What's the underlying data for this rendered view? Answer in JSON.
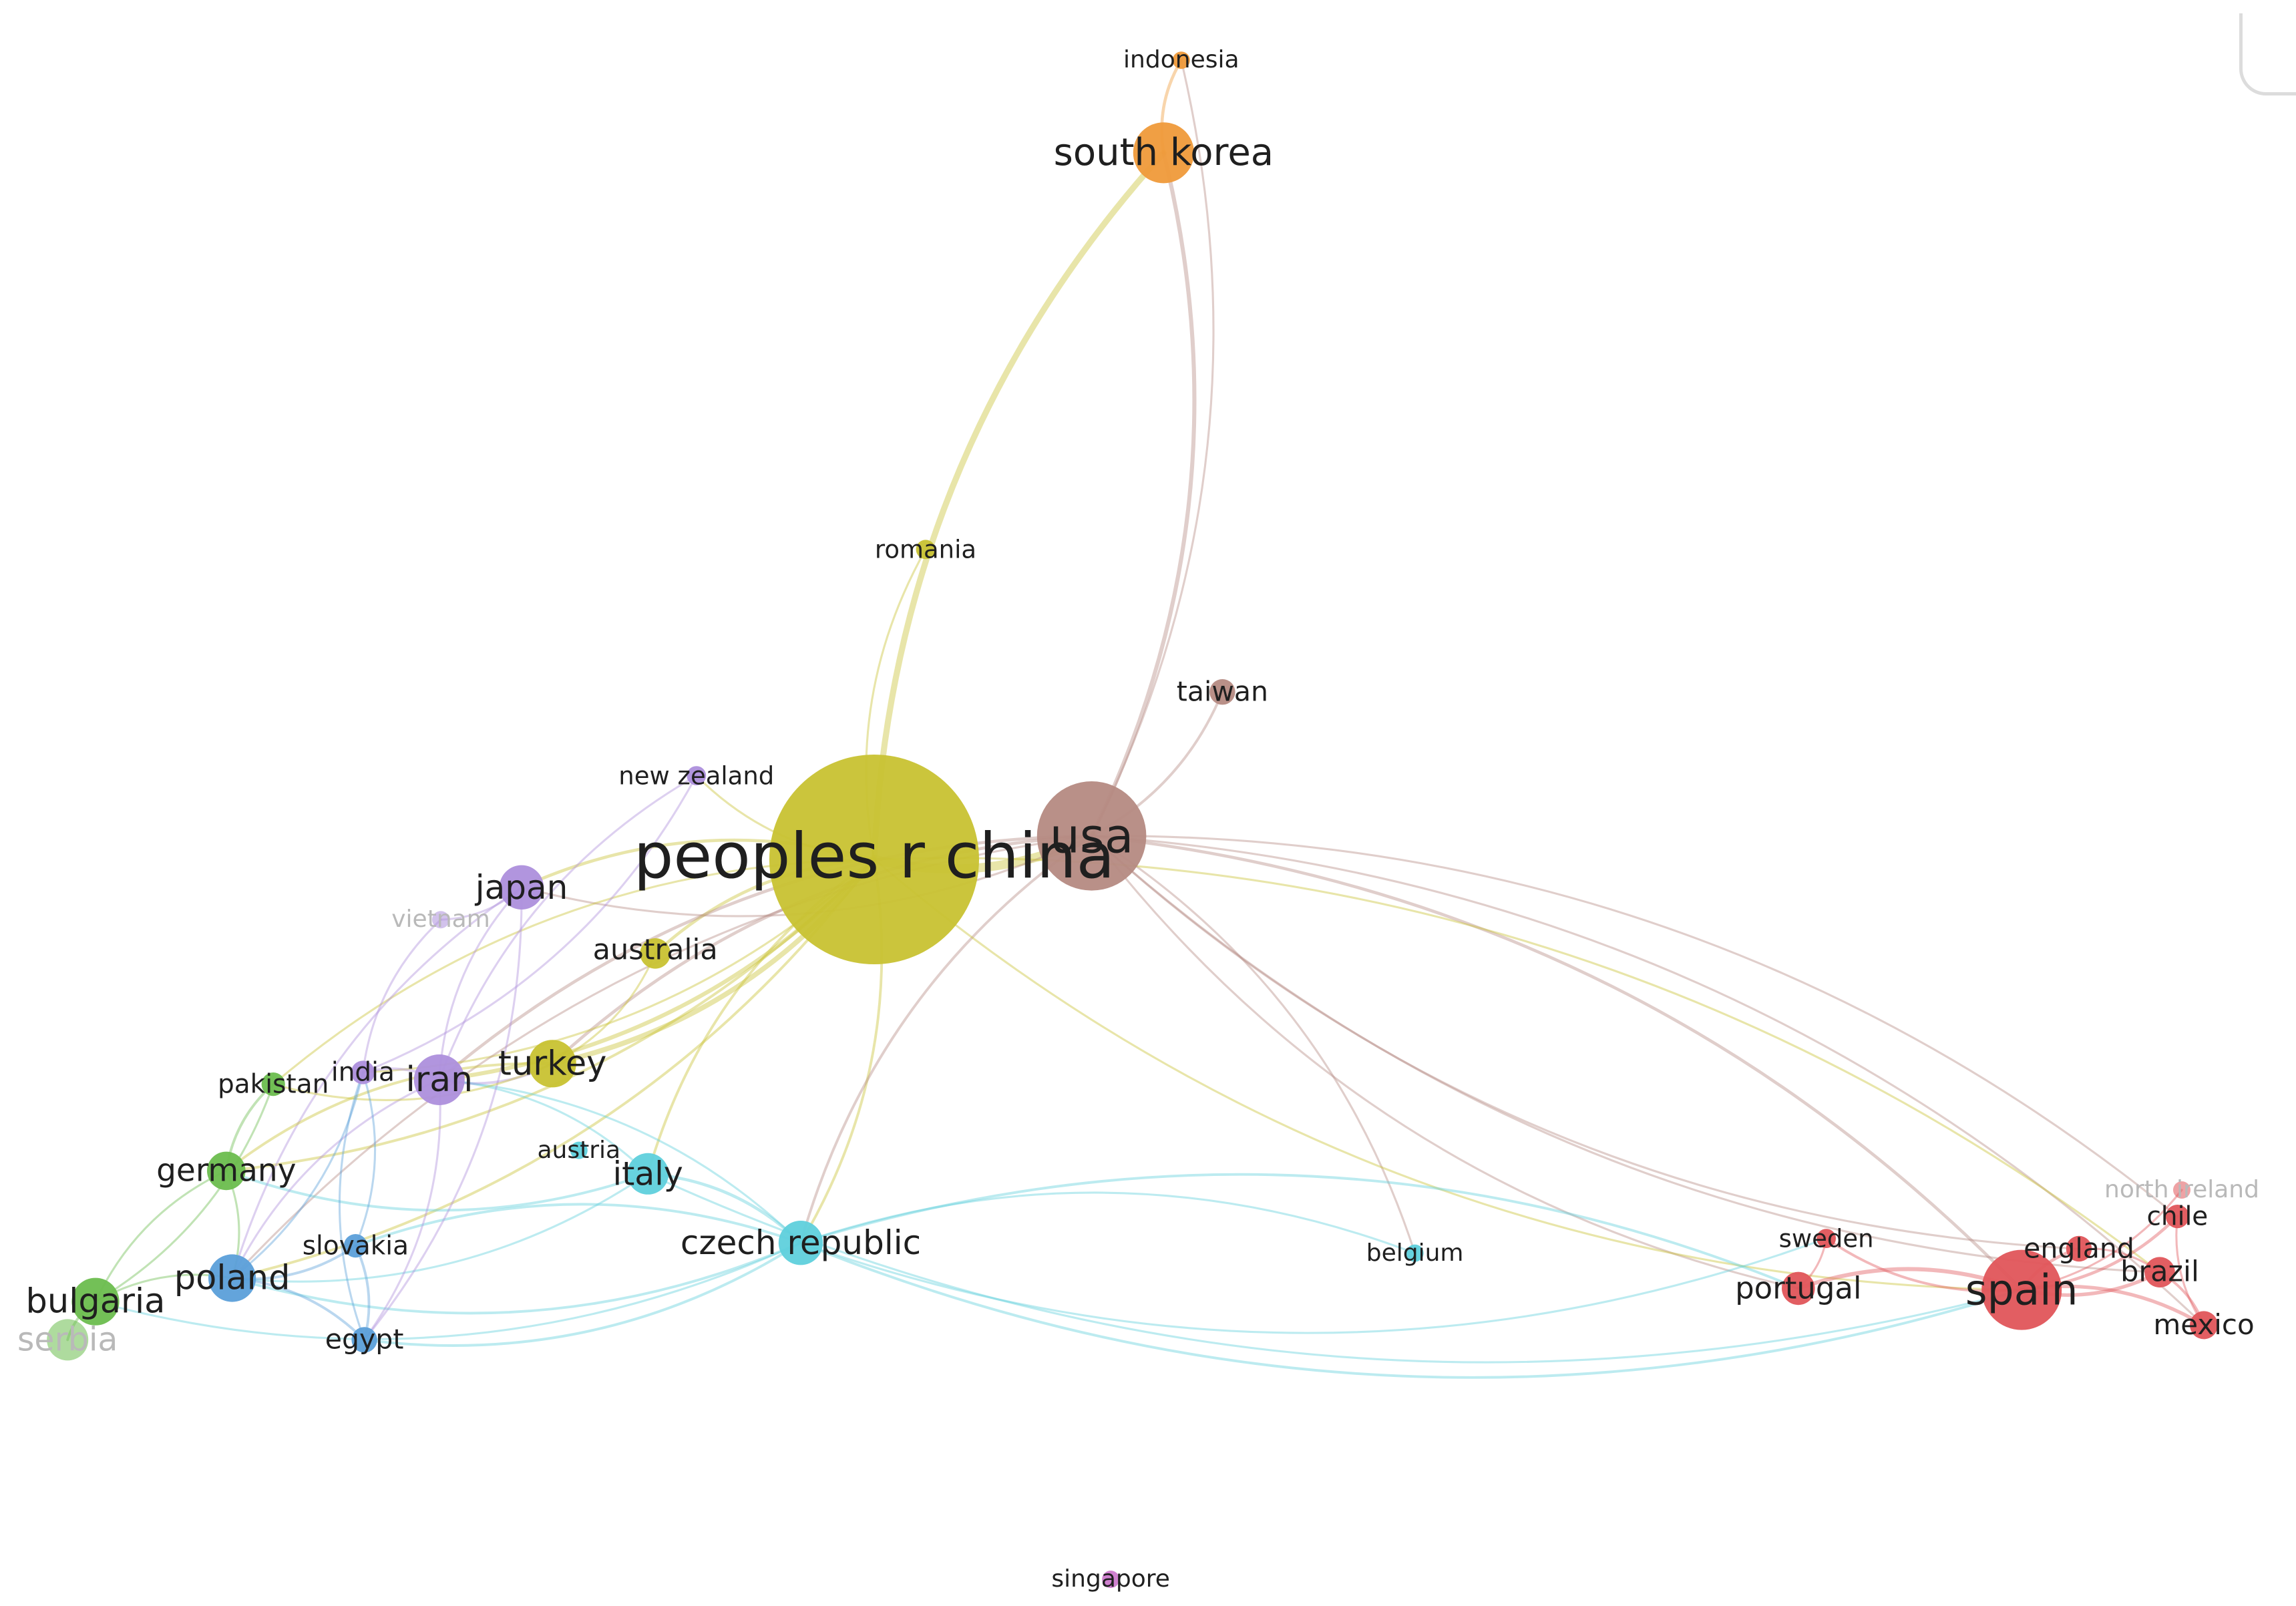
{
  "network": {
    "nodes": [
      {
        "id": "peoples r china",
        "label": "peoples r china",
        "cluster": "yellow",
        "weight": 10
      },
      {
        "id": "usa",
        "label": "usa",
        "cluster": "brown",
        "weight": 6.5
      },
      {
        "id": "south korea",
        "label": "south korea",
        "cluster": "orange",
        "weight": 4.2
      },
      {
        "id": "indonesia",
        "label": "indonesia",
        "cluster": "orange",
        "weight": 1
      },
      {
        "id": "romania",
        "label": "romania",
        "cluster": "yellow",
        "weight": 1.2
      },
      {
        "id": "taiwan",
        "label": "taiwan",
        "cluster": "brown",
        "weight": 1.8
      },
      {
        "id": "new zealand",
        "label": "new zealand",
        "cluster": "purple",
        "weight": 1.2
      },
      {
        "id": "japan",
        "label": "japan",
        "cluster": "purple",
        "weight": 3.2
      },
      {
        "id": "vietnam",
        "label": "vietnam",
        "cluster": "purple",
        "weight": 1,
        "faint": true
      },
      {
        "id": "australia",
        "label": "australia",
        "cluster": "yellow",
        "weight": 2.2
      },
      {
        "id": "turkey",
        "label": "turkey",
        "cluster": "yellow",
        "weight": 3.4
      },
      {
        "id": "iran",
        "label": "iran",
        "cluster": "purple",
        "weight": 3.6
      },
      {
        "id": "india",
        "label": "india",
        "cluster": "purple",
        "weight": 1.6
      },
      {
        "id": "pakistan",
        "label": "pakistan",
        "cluster": "green",
        "weight": 1.6
      },
      {
        "id": "germany",
        "label": "germany",
        "cluster": "green",
        "weight": 2.8
      },
      {
        "id": "austria",
        "label": "austria",
        "cluster": "cyan",
        "weight": 1
      },
      {
        "id": "italy",
        "label": "italy",
        "cluster": "cyan",
        "weight": 3
      },
      {
        "id": "czech republic",
        "label": "czech republic",
        "cluster": "cyan",
        "weight": 3.2
      },
      {
        "id": "slovakia",
        "label": "slovakia",
        "cluster": "blue",
        "weight": 1.6
      },
      {
        "id": "poland",
        "label": "poland",
        "cluster": "blue",
        "weight": 3.4
      },
      {
        "id": "bulgaria",
        "label": "bulgaria",
        "cluster": "green",
        "weight": 3.4
      },
      {
        "id": "serbia",
        "label": "serbia",
        "cluster": "green",
        "weight": 3,
        "faint": true
      },
      {
        "id": "egypt",
        "label": "egypt",
        "cluster": "blue",
        "weight": 1.8
      },
      {
        "id": "belgium",
        "label": "belgium",
        "cluster": "cyan",
        "weight": 1
      },
      {
        "id": "sweden",
        "label": "sweden",
        "cluster": "red",
        "weight": 1.2
      },
      {
        "id": "portugal",
        "label": "portugal",
        "cluster": "red",
        "weight": 2.4
      },
      {
        "id": "spain",
        "label": "spain",
        "cluster": "red",
        "weight": 5.2
      },
      {
        "id": "england",
        "label": "england",
        "cluster": "red",
        "weight": 1.8
      },
      {
        "id": "north ireland",
        "label": "north ireland",
        "cluster": "red",
        "weight": 1,
        "faint": true
      },
      {
        "id": "chile",
        "label": "chile",
        "cluster": "red",
        "weight": 1.6
      },
      {
        "id": "brazil",
        "label": "brazil",
        "cluster": "red",
        "weight": 2.2
      },
      {
        "id": "mexico",
        "label": "mexico",
        "cluster": "red",
        "weight": 2
      },
      {
        "id": "singapore",
        "label": "singapore",
        "cluster": "magenta",
        "weight": 1
      }
    ],
    "links": [
      [
        "peoples r china",
        "usa",
        8
      ],
      [
        "peoples r china",
        "south korea",
        5
      ],
      [
        "usa",
        "south korea",
        3
      ],
      [
        "south korea",
        "indonesia",
        2
      ],
      [
        "usa",
        "indonesia",
        1
      ],
      [
        "peoples r china",
        "romania",
        1
      ],
      [
        "usa",
        "taiwan",
        1.5
      ],
      [
        "peoples r china",
        "new zealand",
        1
      ],
      [
        "peoples r china",
        "japan",
        2
      ],
      [
        "usa",
        "japan",
        1
      ],
      [
        "peoples r china",
        "australia",
        2
      ],
      [
        "peoples r china",
        "turkey",
        4
      ],
      [
        "usa",
        "turkey",
        2
      ],
      [
        "peoples r china",
        "iran",
        3
      ],
      [
        "usa",
        "iran",
        2
      ],
      [
        "peoples r china",
        "india",
        1
      ],
      [
        "peoples r china",
        "pakistan",
        1
      ],
      [
        "peoples r china",
        "germany",
        1.5
      ],
      [
        "peoples r china",
        "italy",
        1.5
      ],
      [
        "peoples r china",
        "czech republic",
        1.5
      ],
      [
        "usa",
        "czech republic",
        1.5
      ],
      [
        "peoples r china",
        "poland",
        1.5
      ],
      [
        "usa",
        "poland",
        1
      ],
      [
        "usa",
        "spain",
        2
      ],
      [
        "usa",
        "england",
        1
      ],
      [
        "usa",
        "chile",
        1
      ],
      [
        "usa",
        "brazil",
        1
      ],
      [
        "usa",
        "mexico",
        1
      ],
      [
        "usa",
        "portugal",
        1
      ],
      [
        "usa",
        "belgium",
        1
      ],
      [
        "peoples r china",
        "spain",
        1
      ],
      [
        "peoples r china",
        "brazil",
        1
      ],
      [
        "czech republic",
        "spain",
        1.5
      ],
      [
        "czech republic",
        "portugal",
        1.5
      ],
      [
        "czech republic",
        "sweden",
        1
      ],
      [
        "czech republic",
        "belgium",
        1
      ],
      [
        "czech republic",
        "italy",
        2
      ],
      [
        "czech republic",
        "poland",
        1.5
      ],
      [
        "czech republic",
        "slovakia",
        1.5
      ],
      [
        "czech republic",
        "egypt",
        1.5
      ],
      [
        "czech republic",
        "iran",
        1
      ],
      [
        "czech republic",
        "bulgaria",
        1
      ],
      [
        "italy",
        "spain",
        1
      ],
      [
        "italy",
        "germany",
        1.5
      ],
      [
        "italy",
        "iran",
        1
      ],
      [
        "italy",
        "poland",
        1
      ],
      [
        "iran",
        "india",
        1.5
      ],
      [
        "iran",
        "japan",
        1
      ],
      [
        "iran",
        "turkey",
        1.5
      ],
      [
        "iran",
        "egypt",
        1
      ],
      [
        "iran",
        "poland",
        1
      ],
      [
        "japan",
        "vietnam",
        1
      ],
      [
        "japan",
        "poland",
        1
      ],
      [
        "japan",
        "egypt",
        1
      ],
      [
        "new zealand",
        "iran",
        1
      ],
      [
        "new zealand",
        "india",
        1
      ],
      [
        "vietnam",
        "india",
        1
      ],
      [
        "australia",
        "turkey",
        1
      ],
      [
        "turkey",
        "germany",
        1.5
      ],
      [
        "turkey",
        "pakistan",
        1
      ],
      [
        "pakistan",
        "germany",
        1.5
      ],
      [
        "pakistan",
        "bulgaria",
        1
      ],
      [
        "germany",
        "bulgaria",
        1
      ],
      [
        "germany",
        "poland",
        1
      ],
      [
        "bulgaria",
        "serbia",
        1.5
      ],
      [
        "bulgaria",
        "poland",
        1
      ],
      [
        "poland",
        "slovakia",
        1.5
      ],
      [
        "poland",
        "egypt",
        1.5
      ],
      [
        "poland",
        "india",
        1
      ],
      [
        "slovakia",
        "egypt",
        1.5
      ],
      [
        "slovakia",
        "india",
        1
      ],
      [
        "egypt",
        "india",
        1
      ],
      [
        "spain",
        "portugal",
        3
      ],
      [
        "spain",
        "england",
        2
      ],
      [
        "spain",
        "brazil",
        2.5
      ],
      [
        "spain",
        "mexico",
        2.5
      ],
      [
        "spain",
        "chile",
        2
      ],
      [
        "spain",
        "sweden",
        1.5
      ],
      [
        "spain",
        "north ireland",
        1
      ],
      [
        "brazil",
        "mexico",
        1.5
      ],
      [
        "chile",
        "mexico",
        1
      ],
      [
        "england",
        "brazil",
        1
      ],
      [
        "portugal",
        "sweden",
        1
      ]
    ]
  },
  "colors": {
    "yellow": "#c8c232",
    "brown": "#b58a82",
    "orange": "#ef9a3a",
    "purple": "#ad8fdc",
    "green": "#6cbd4e",
    "blue": "#5b9fd9",
    "cyan": "#5fd0dc",
    "red": "#e0555a",
    "magenta": "#cc7acc"
  }
}
